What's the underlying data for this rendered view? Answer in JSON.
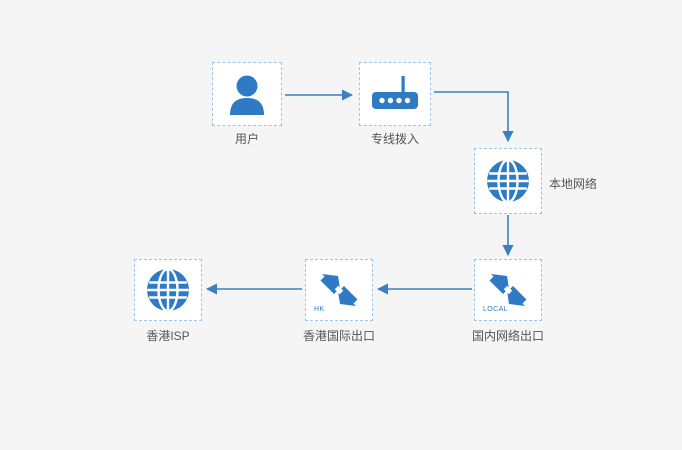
{
  "diagram": {
    "title": "network-path-topology",
    "background_color": "#f5f5f5",
    "accent_color": "#2e7ac4",
    "link_color": "#3c7fc4",
    "box_border_color": "#9dc3e8",
    "caption_color": "#555555",
    "nodes": [
      {
        "id": "user",
        "icon": "person-icon",
        "label": "用户",
        "label_position": "below"
      },
      {
        "id": "dedicated-line-dialup",
        "icon": "router-icon",
        "label": "专线拨入",
        "label_position": "below"
      },
      {
        "id": "local-network",
        "icon": "globe-icon",
        "label": "本地网络",
        "label_position": "right"
      },
      {
        "id": "domestic-network-exit",
        "icon": "plug-connector-icon",
        "badge": "LOCAL",
        "label": "国内网络出口",
        "label_position": "below"
      },
      {
        "id": "hongkong-international-exit",
        "icon": "plug-connector-icon",
        "badge": "HK",
        "label": "香港国际出口",
        "label_position": "below"
      },
      {
        "id": "hongkong-isp",
        "icon": "globe-icon",
        "label": "香港ISP",
        "label_position": "below"
      }
    ],
    "links": [
      {
        "id": "link-user-to-router",
        "from": "user",
        "to": "dedicated-line-dialup",
        "direction": "right"
      },
      {
        "id": "link-router-to-local-network",
        "from": "dedicated-line-dialup",
        "to": "local-network",
        "direction": "elbow-right-down"
      },
      {
        "id": "link-local-network-to-domestic-exit",
        "from": "local-network",
        "to": "domestic-network-exit",
        "direction": "down"
      },
      {
        "id": "link-domestic-exit-to-hk-exit",
        "from": "domestic-network-exit",
        "to": "hongkong-international-exit",
        "direction": "left"
      },
      {
        "id": "link-hk-exit-to-hk-isp",
        "from": "hongkong-international-exit",
        "to": "hongkong-isp",
        "direction": "left"
      }
    ]
  }
}
